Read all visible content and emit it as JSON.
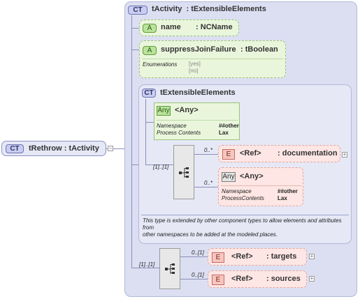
{
  "root": {
    "badge": "CT",
    "label": "tRethrow : tActivity"
  },
  "main": {
    "badge": "CT",
    "title": "tActivity  : tExtensibleElements"
  },
  "attributes": [
    {
      "badge": "A",
      "name": "name",
      "type": ": NCName"
    },
    {
      "badge": "A",
      "name": "suppressJoinFailure",
      "type": ": tBoolean",
      "enum_label": "Enumerations",
      "enum_values": [
        "[yes]",
        "[no]"
      ]
    }
  ],
  "ext": {
    "badge": "CT",
    "title": "tExtensibleElements",
    "any": {
      "badge": "Any",
      "label": "<Any>",
      "ns_label": "Namespace",
      "ns_value": "##other",
      "pc_label": "Process Contents",
      "pc_value": "Lax"
    },
    "seq_card": "[1]..[1]",
    "doc": {
      "card": "0..*",
      "badge": "E",
      "ref": "<Ref>",
      "name": ": documentation"
    },
    "any2": {
      "card": "0..*",
      "badge": "Any",
      "label": "<Any>",
      "ns_label": "Namespace",
      "ns_value": "##other",
      "pc_label": "ProcessContents",
      "pc_value": "Lax"
    },
    "note": "This type is extended by other component types to allow elements and attributes from\nother namespaces to be added at the modeled places."
  },
  "seq2": {
    "card": "[1]..[1]",
    "targets": {
      "card": "0..[1]",
      "badge": "E",
      "ref": "<Ref>",
      "name": ": targets"
    },
    "sources": {
      "card": "0..[1]",
      "badge": "E",
      "ref": "<Ref>",
      "name": ": sources"
    }
  },
  "colors": {
    "panel": "#dcdff2",
    "attr": "#eaf6dc",
    "element": "#fde6e4"
  }
}
